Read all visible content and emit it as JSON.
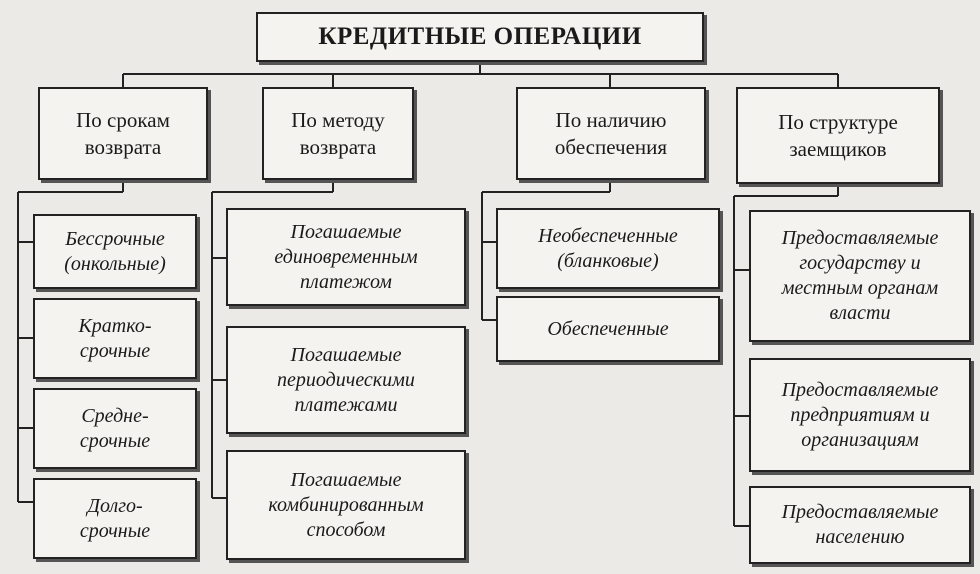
{
  "title": "КРЕДИТНЫЕ ОПЕРАЦИИ",
  "categories": [
    {
      "label": "По срокам\nвозврата",
      "items": [
        "Бессрочные\n(онкольные)",
        "Кратко-\nсрочные",
        "Средне-\nсрочные",
        "Долго-\nсрочные"
      ]
    },
    {
      "label": "По методу\nвозврата",
      "items": [
        "Погашаемые\nединовременным\nплатежом",
        "Погашаемые\nпериодическими\nплатежами",
        "Погашаемые\nкомбинированным\nспособом"
      ]
    },
    {
      "label": "По наличию\nобеспечения",
      "items": [
        "Необеспеченные\n(бланковые)",
        "Обеспеченные"
      ]
    },
    {
      "label": "По структуре\nзаемщиков",
      "items": [
        "Предоставляемые\nгосударству и\nместным органам\nвласти",
        "Предоставляемые\nпредприятиям и\nорганизациям",
        "Предоставляемые\nнаселению"
      ]
    }
  ]
}
